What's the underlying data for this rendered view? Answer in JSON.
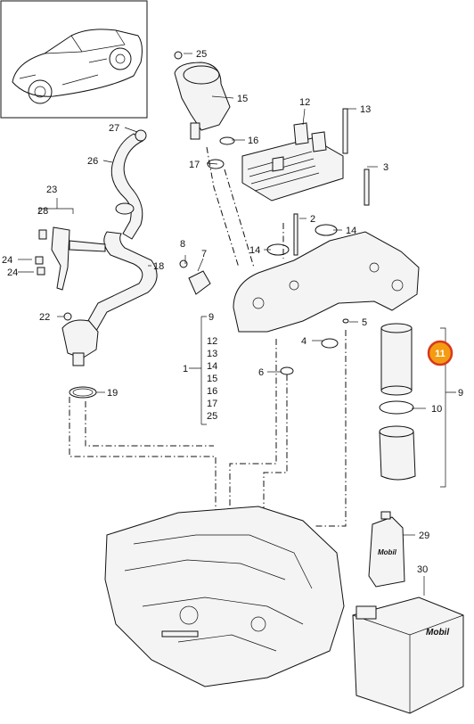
{
  "diagram": {
    "labels": {
      "p1": "1",
      "p2": "2",
      "p3": "3",
      "p4": "4",
      "p5": "5",
      "p6": "6",
      "p7": "7",
      "p8": "8",
      "p9": "9",
      "p10": "10",
      "p11": "11",
      "p12": "12",
      "p13": "13",
      "p14a": "14",
      "p14b": "14",
      "p15": "15",
      "p16": "16",
      "p17": "17",
      "p18": "18",
      "p19": "19",
      "p22": "22",
      "p23": "23",
      "p24a": "24",
      "p24b": "24",
      "p25": "25",
      "p26": "26",
      "p27": "27",
      "p28": "28",
      "p29": "29",
      "p30": "30"
    },
    "group1_list": [
      "9",
      "12",
      "13",
      "14",
      "15",
      "16",
      "17",
      "25"
    ],
    "container_brand": "Mobil",
    "highlighted_part": "11",
    "highlight_color": "#f39c12"
  }
}
